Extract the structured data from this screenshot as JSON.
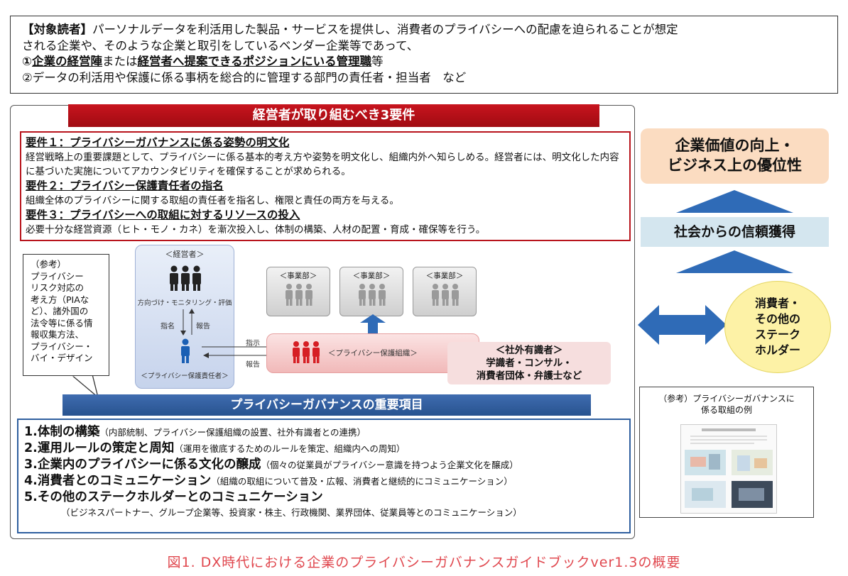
{
  "target": {
    "line1_bold": "【対象読者】",
    "line1_rest": "パーソナルデータを利活用した製品・サービスを提供し、消費者のプライバシーへの配慮を迫られることが想定",
    "line2": "される企業や、そのような企業と取引をしているベンダー企業等であって、",
    "line3_a": "①",
    "line3_b": "企業の経営陣",
    "line3_c": "または",
    "line3_d": "経営者へ提案できるポジションにいる管理職",
    "line3_e": "等",
    "line4": "②データの利活用や保護に係る事柄を総合的に管理する部門の責任者・担当者　など"
  },
  "requirements": {
    "banner": "経営者が取り組むべき3要件",
    "items": [
      {
        "heading": "要件１：プライバシーガバナンスに係る姿勢の明文化",
        "text": "経営戦略上の重要課題として、プライバシーに係る基本的考え方や姿勢を明文化し、組織内外へ知らしめる。経営者には、明文化した内容に基づいた実施についてアカウンタビリティを確保することが求められる。"
      },
      {
        "heading": "要件２：プライバシー保護責任者の指名",
        "text": "組織全体のプライバシーに関する取組の責任者を指名し、権限と責任の両方を与える。"
      },
      {
        "heading": "要件３：プライバシーへの取組に対するリソースの投入",
        "text": "必要十分な経営資源（ヒト・モノ・カネ）を漸次投入し、体制の構築、人材の配置・育成・確保等を行う。"
      }
    ]
  },
  "note": {
    "lines": [
      "（参考）",
      "プライバシー",
      "リスク対応の",
      "考え方（PIAな",
      "ど）、諸外国の",
      "法令等に係る情",
      "報収集方法、",
      "プライバシー・",
      "バイ・デザイン"
    ]
  },
  "diagram": {
    "exec_label": "＜経営者＞",
    "exec_caption": "方向づけ・モニタリング・評価",
    "appoint": "指名",
    "report": "報告",
    "officer_label": "＜プライバシー保護責任者＞",
    "instruct": "指示",
    "report2": "報告",
    "dept_label": "＜事業部＞",
    "privorg_label": "＜プライバシー保護組織＞",
    "experts_title": "＜社外有識者＞",
    "experts_line1": "学識者・コンサル・",
    "experts_line2": "消費者団体・弁護士など"
  },
  "important": {
    "banner": "プライバシーガバナンスの重要項目",
    "items": [
      {
        "heading": "1.体制の構築",
        "note": "（内部統制、プライバシー保護組織の設置、社外有識者との連携）"
      },
      {
        "heading": "2.運用ルールの策定と周知",
        "note": "（運用を徹底するためのルールを策定、組織内への周知）"
      },
      {
        "heading": "3.企業内のプライバシーに係る文化の醸成",
        "note": "（個々の従業員がプライバシー意識を持つよう企業文化を醸成）"
      },
      {
        "heading": "4.消費者とのコミュニケーション",
        "note": "（組織の取組について普及・広報、消費者と継続的にコミュニケーション）"
      },
      {
        "heading": "5.その他のステークホルダーとのコミュニケーション",
        "note": ""
      }
    ],
    "item5_note": "（ビジネスパートナー、グループ企業等、投資家・株主、行政機関、業界団体、従業員等とのコミュニケーション）"
  },
  "right": {
    "value_line1": "企業価値の向上・",
    "value_line2": "ビジネス上の優位性",
    "trust": "社会からの信頼獲得",
    "stake_lines": [
      "消費者・",
      "その他の",
      "ステーク",
      "ホルダー"
    ],
    "example_line1": "（参考）プライバシーガバナンスに",
    "example_line2": "係る取組の例"
  },
  "caption": "図1.  DX時代における企業のプライバシーガバナンスガイドブックver1.3の概要",
  "colors": {
    "red": "#b8141c",
    "blue": "#2f5f9f",
    "caption": "#e0474e"
  }
}
